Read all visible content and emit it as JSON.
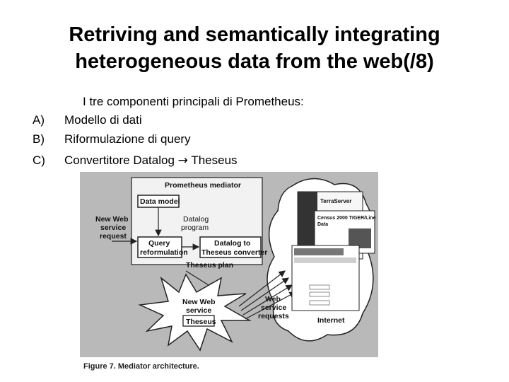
{
  "title": {
    "line1": "Retriving and semantically integrating",
    "line2": "heterogeneous data from the web(/8)"
  },
  "intro": "I tre componenti principali di Prometheus:",
  "components": [
    {
      "letter": "A)",
      "text": "Modello di dati"
    },
    {
      "letter": "B)",
      "text": "Riformulazione di query"
    },
    {
      "letter": "C)",
      "text_before": "Convertitore Datalog",
      "arrow": "→",
      "text_after": "Theseus"
    }
  ],
  "figure": {
    "mediator_label": "Prometheus mediator",
    "data_model": "Data model",
    "datalog_program": [
      "Datalog",
      "program"
    ],
    "new_web_service_request": [
      "New Web",
      "service",
      "request"
    ],
    "query_reformulation": [
      "Query",
      "reformulation"
    ],
    "datalog_to_theseus": [
      "Datalog to",
      "Theseus converter"
    ],
    "theseus_plan": "Theseus plan",
    "new_web_service": [
      "New Web",
      "service"
    ],
    "theseus": "Theseus",
    "web_service_requests": [
      "Web",
      "service",
      "requests"
    ],
    "internet": "Internet",
    "terraserver": "TerraServer",
    "census": [
      "Census 2000 TIGER/Line",
      "Data"
    ],
    "caption": "Figure 7. Mediator architecture."
  }
}
